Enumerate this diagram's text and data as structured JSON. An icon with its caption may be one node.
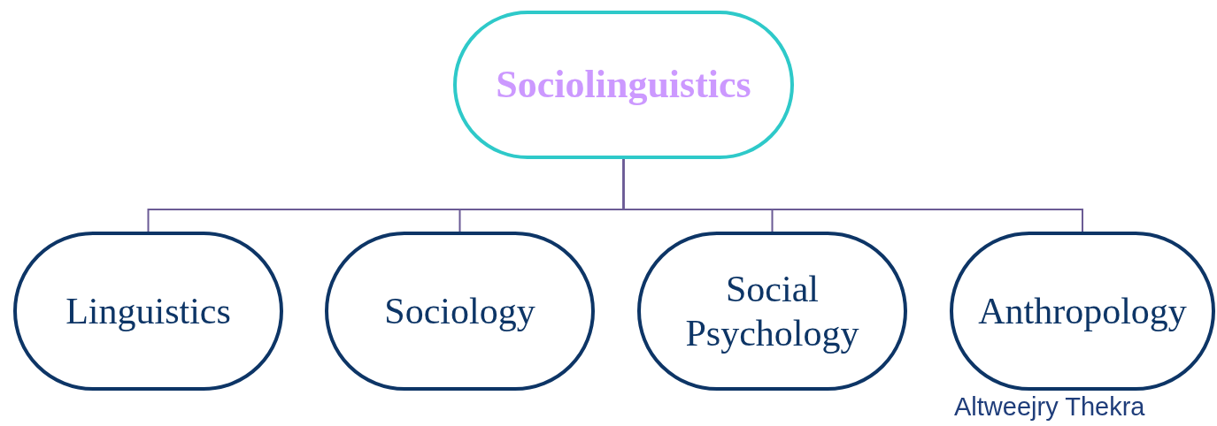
{
  "diagram": {
    "nodes": [
      {
        "text": [
          "Sociolinguistics"
        ]
      },
      {
        "text": [
          "Linguistics"
        ]
      },
      {
        "text": [
          "Sociology"
        ]
      },
      {
        "text": [
          "Social Psychology"
        ]
      },
      {
        "text": [
          "Anthropology"
        ]
      }
    ],
    "edges": [
      {
        "from": 0,
        "to": 1,
        "arrow": "none"
      },
      {
        "from": 0,
        "to": 2,
        "arrow": "none"
      },
      {
        "from": 0,
        "to": 3,
        "arrow": "none"
      },
      {
        "from": 0,
        "to": 4,
        "arrow": "none"
      }
    ],
    "labels": [
      "Altweejry Thekra"
    ]
  }
}
